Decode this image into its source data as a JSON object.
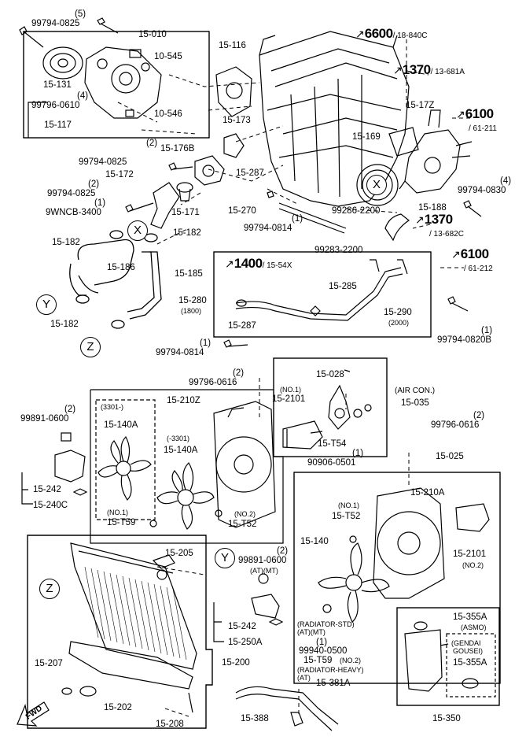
{
  "callouts": {
    "p_6600": "6600",
    "p_6600_sub": "/ 18-840C",
    "p_1370a": "1370",
    "p_1370a_sub": "/ 13-681A",
    "p_6100a": "6100",
    "p_6100a_sub": "/ 61-211",
    "p_1370b": "1370",
    "p_1370b_sub": "/ 13-682C",
    "p_1400": "1400",
    "p_1400_sub": "/ 15-54X",
    "p_6100b": "6100",
    "p_6100b_sub": "/ 61-212"
  },
  "parts": {
    "l_99794_0825_top": "99794-0825",
    "q5": "(5)",
    "l_15_010": "15-010",
    "l_10_545": "10-545",
    "l_15_131": "15-131",
    "q4": "(4)",
    "l_99796_0610": "99796-0610",
    "l_15_117": "15-117",
    "l_10_546": "10-546",
    "l_15_116": "15-116",
    "l_15_173": "15-173",
    "l_15_176b": "15-176B",
    "q2a": "(2)",
    "l_99794_0825_b": "99794-0825",
    "l_15_172": "15-172",
    "q2b": "(2)",
    "l_99794_0825_c": "99794-0825",
    "q1a": "(1)",
    "l_9wncb": "9WNCB-3400",
    "l_15_171": "15-171",
    "l_15_182a": "15-182",
    "l_15_182b": "15-182",
    "l_15_186": "15-186",
    "l_15_185": "15-185",
    "l_15_182c": "15-182",
    "l_15_287a": "15-287",
    "l_15_270": "15-270",
    "q1b": "(1)",
    "l_99794_0814a": "99794-0814",
    "l_15_169": "15-169",
    "l_15_17z": "15-17Z",
    "l_99286": "99286-2200",
    "l_15_188": "15-188",
    "q4b": "(4)",
    "l_99794_0830": "99794-0830",
    "l_99283": "99283-2200",
    "l_15_285": "15-285",
    "l_15_280": "15-280",
    "l_1800": "(1800)",
    "l_15_287b": "15-287",
    "l_15_290": "15-290",
    "l_2000": "(2000)",
    "q1c": "(1)",
    "l_99794_0820b": "99794-0820B",
    "q1d": "(1)",
    "l_99794_0814b": "99794-0814",
    "q2c": "(2)",
    "l_99796_0616a": "99796-0616",
    "l_15_028": "15-028",
    "l_no1a": "(NO.1)",
    "l_15_2101a": "15-2101",
    "l_aircon": "(AIR CON.)",
    "l_15_035": "15-035",
    "l_15_210z": "15-210Z",
    "l_3301a": "(3301-)",
    "l_15_140a1": "15-140A",
    "l_3301b": "(-3301)",
    "l_15_140a2": "15-140A",
    "l_15_t54": "15-T54",
    "q1e": "(1)",
    "l_90906": "90906-0501",
    "q2d": "(2)",
    "l_99891_0600a": "99891-0600",
    "l_15_242a": "15-242",
    "l_15_240c": "15-240C",
    "l_no1b": "(NO.1)",
    "l_15_t59a": "15-T59",
    "l_no2a": "(NO.2)",
    "l_15_t52a": "15-T52",
    "q2e": "(2)",
    "l_99796_0616b": "99796-0616",
    "l_15_025": "15-025",
    "l_15_210a": "15-210A",
    "l_no1c": "(NO.1)",
    "l_15_t52b": "15-T52",
    "l_15_140": "15-140",
    "l_15_2101b": "15-2101",
    "l_no2b": "(NO.2)",
    "l_15_205": "15-205",
    "q2f": "(2)",
    "l_99891_0600b": "99891-0600",
    "l_atmt": "(AT)(MT)",
    "l_15_242b": "15-242",
    "l_15_250a": "15-250A",
    "l_rad_std": "(RADIATOR-STD)",
    "l_atmt2": "(AT)(MT)",
    "q1f": "(1)",
    "l_99940": "99940-0500",
    "l_15_t59b": "15-T59",
    "l_no2c": "(NO.2)",
    "l_rad_heavy": "(RADIATOR-HEAVY)",
    "l_at": "(AT)",
    "l_15_355a1": "15-355A",
    "l_asmo": "(ASMO)",
    "l_gendai": "(GENDAI",
    "l_gousei": "GOUSEI)",
    "l_15_355a2": "15-355A",
    "l_15_200": "15-200",
    "l_15_207": "15-207",
    "l_15_202": "15-202",
    "l_15_208": "15-208",
    "l_15_381a": "15-381A",
    "l_15_388": "15-388",
    "l_15_350": "15-350",
    "fwd": "FWD"
  },
  "refs": {
    "x1": "X",
    "x2": "X",
    "y1": "Y",
    "y2": "Y",
    "z1": "Z",
    "z2": "Z"
  }
}
